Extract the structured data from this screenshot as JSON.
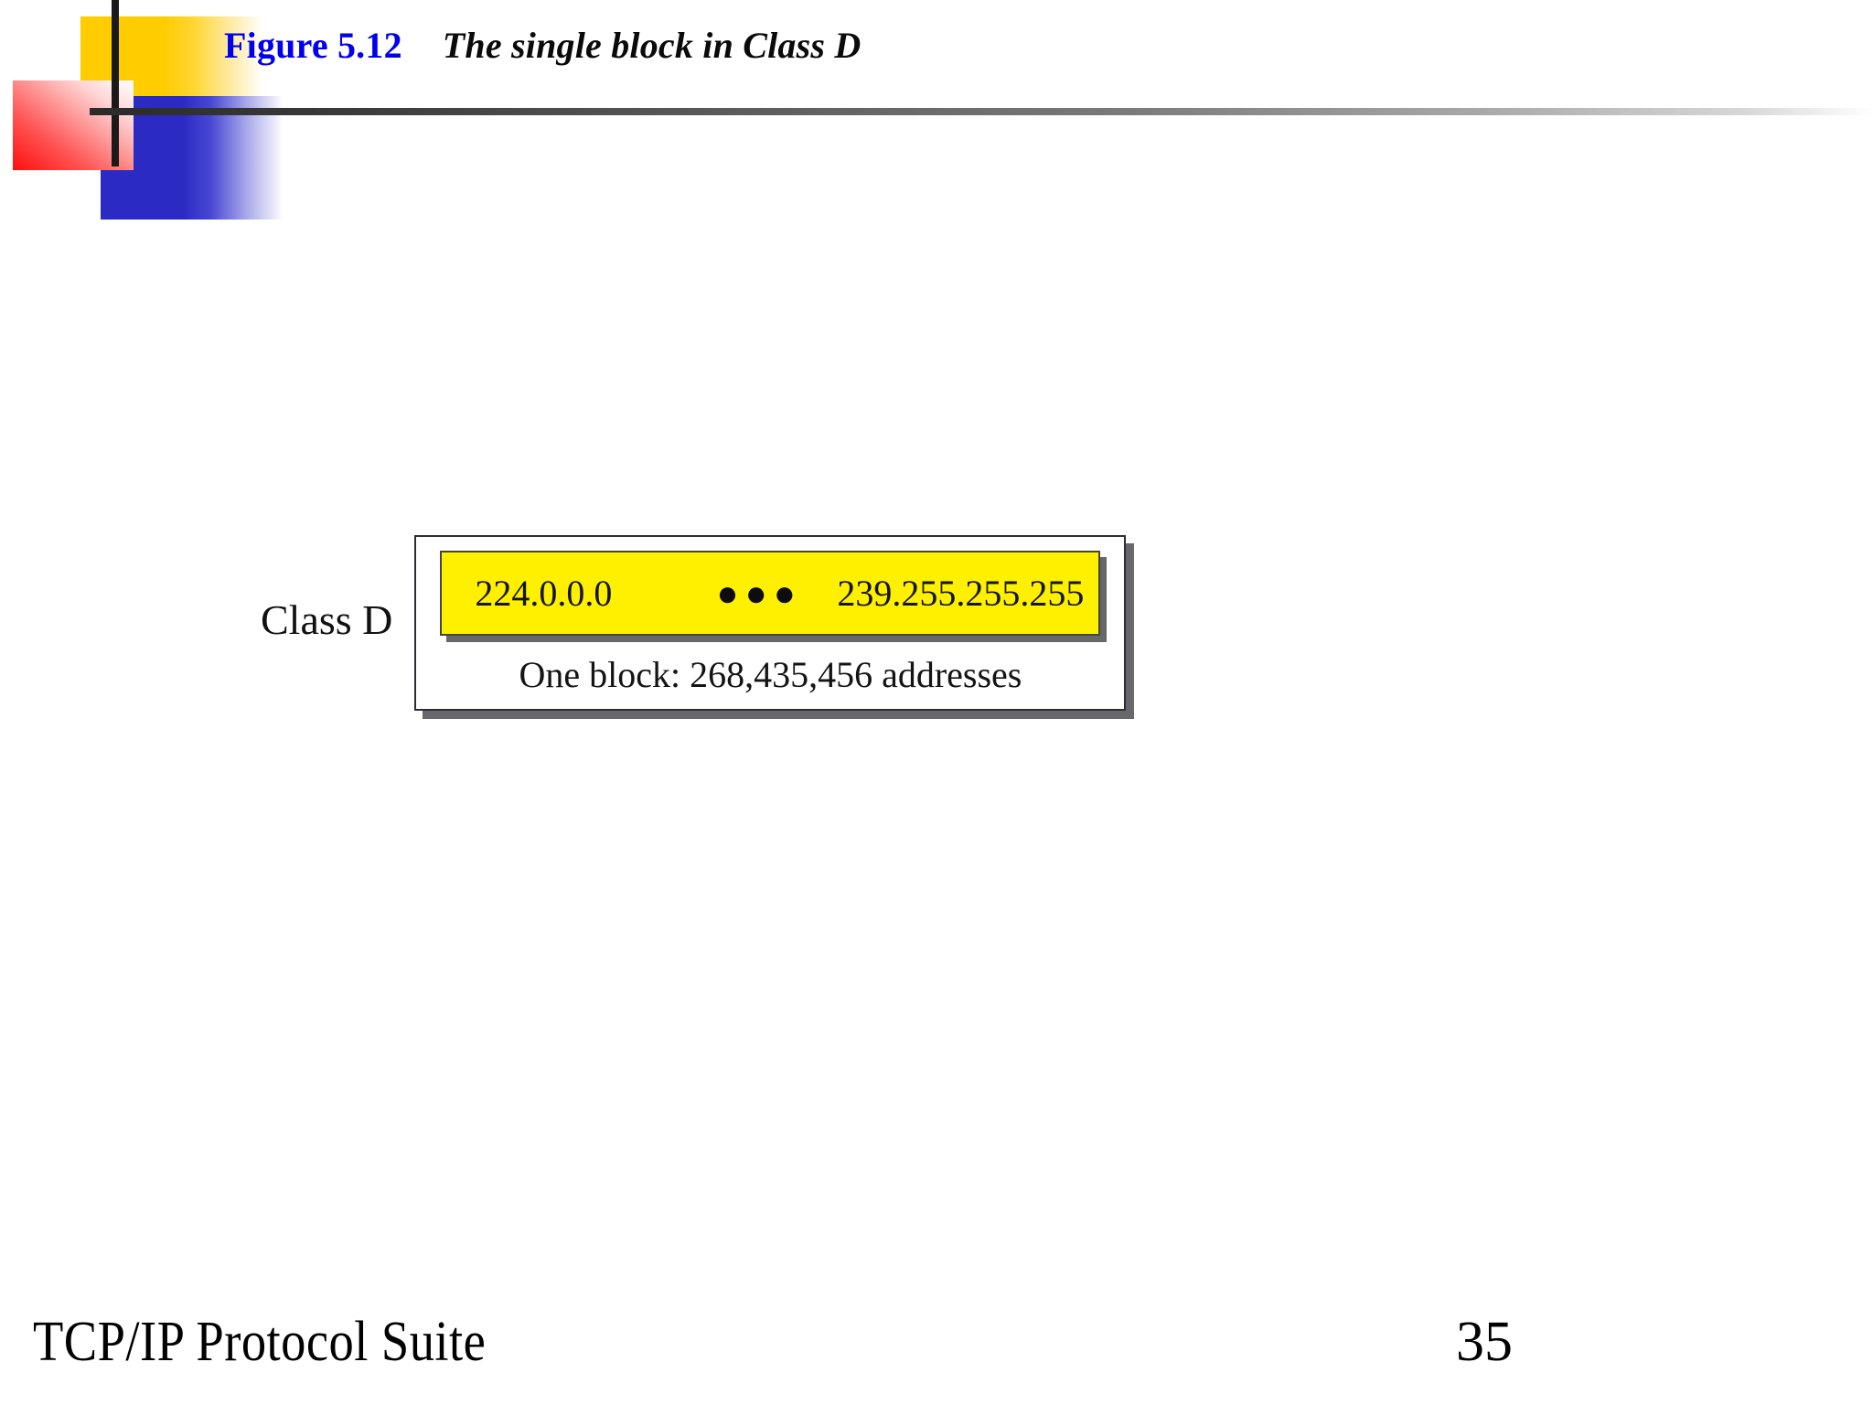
{
  "slide": {
    "background_color": "#ffffff",
    "title": {
      "figure_label": "Figure 5.12",
      "caption": "The single block in Class D",
      "label_color": "#0000EE",
      "caption_color": "#0a0a0a"
    },
    "ornament": {
      "yellow_color": "#FFCC00",
      "blue_color": "#2B2BC4",
      "red_color": "#FF0F0F",
      "line_color": "#1a1a1a"
    }
  },
  "figure": {
    "class_label": "Class D",
    "range_start": "224.0.0.0",
    "range_ellipsis": "●●●",
    "range_end": "239.255.255.255",
    "block_caption": "One block: 268,435,456 addresses",
    "bar_color": "#FFF000",
    "bar_border_color": "#44443e",
    "box_border_color": "#2e2e34",
    "shadow_color": "#5a5a60"
  },
  "footer": {
    "book_title": "TCP/IP Protocol Suite",
    "page_number": "35"
  },
  "chart_data": {
    "type": "table",
    "title": "The single block in Class D",
    "categories": [
      "Class D"
    ],
    "series": [
      {
        "name": "Class D address block",
        "first_address": "224.0.0.0",
        "last_address": "239.255.255.255",
        "blocks": 1,
        "addresses_per_block": 268435456,
        "total_addresses": 268435456
      }
    ],
    "annotations": [
      "One block: 268,435,456 addresses"
    ]
  }
}
